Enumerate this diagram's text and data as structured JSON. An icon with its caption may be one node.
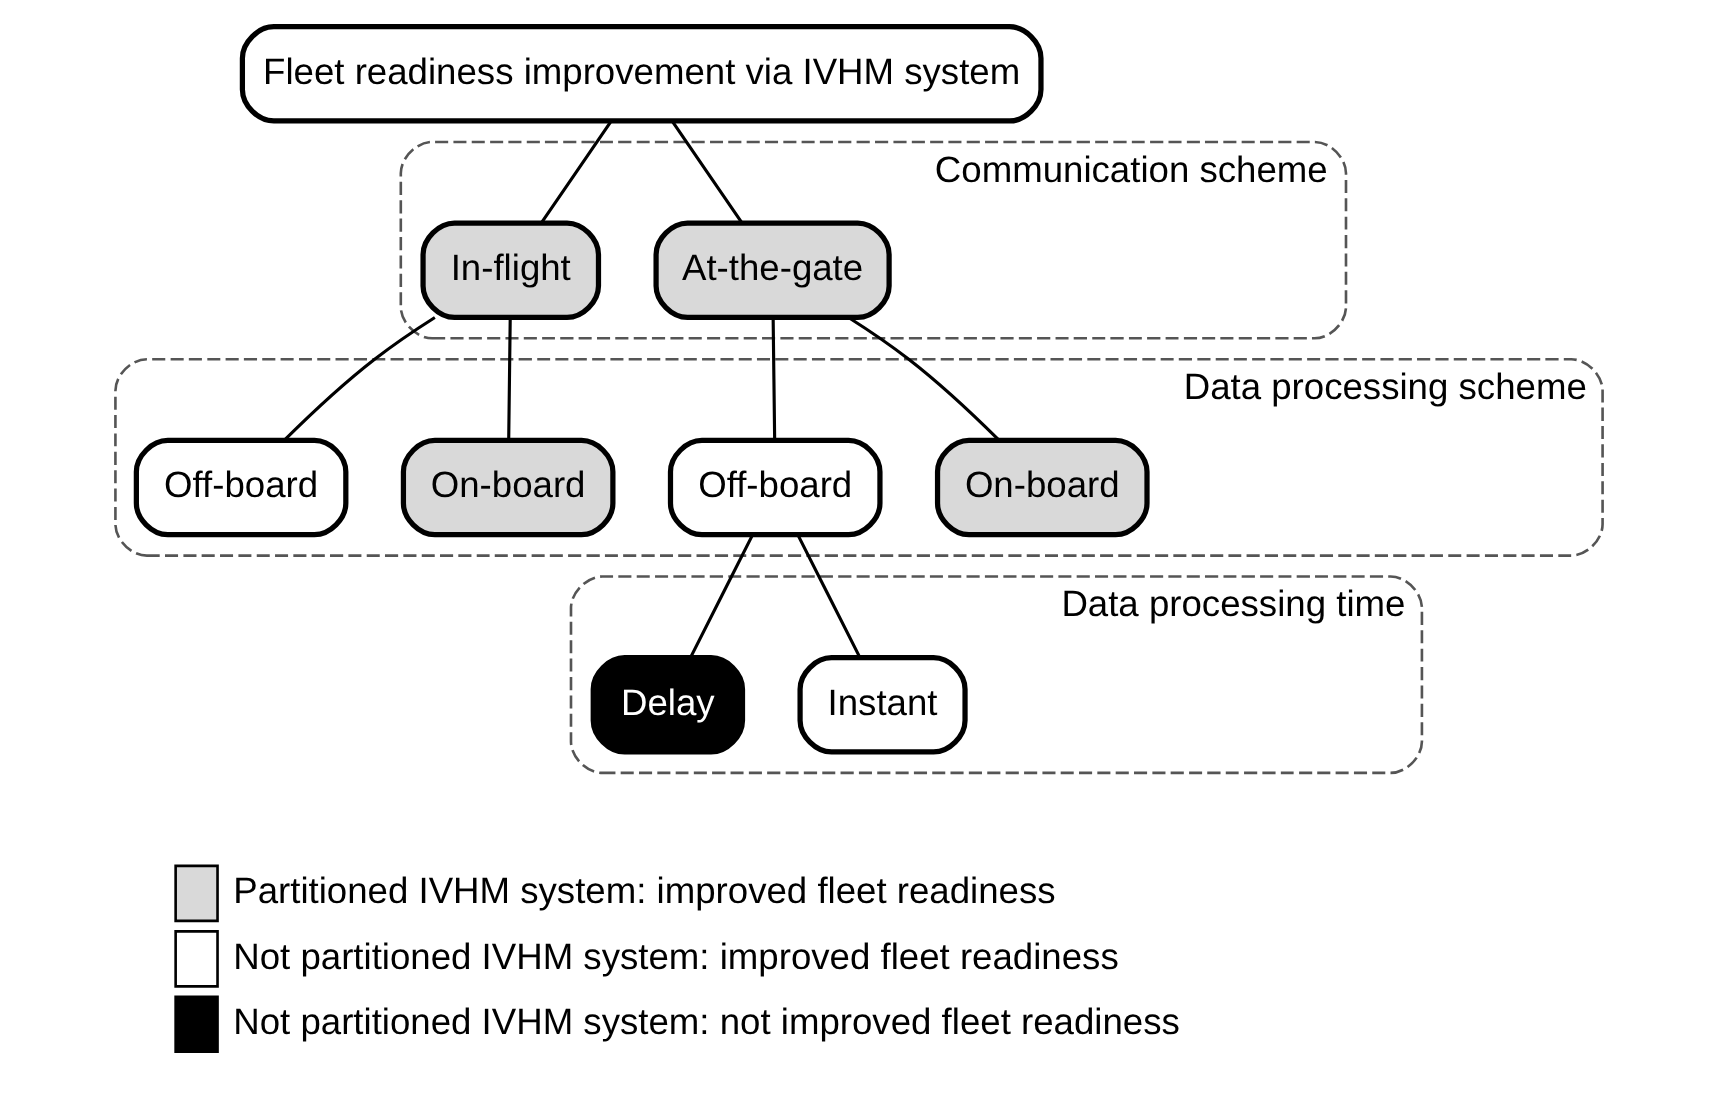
{
  "diagram": {
    "nodes": [
      {
        "text": [
          "Fleet readiness improvement via IVHM system"
        ]
      },
      {
        "text": [
          "Communication scheme"
        ]
      },
      {
        "text": [
          "At-the-gate"
        ],
        "in": 1
      },
      {
        "text": [
          "In-flight"
        ],
        "in": 1
      },
      {
        "text": [
          "Data processing scheme"
        ]
      },
      {
        "text": [
          "On-board"
        ],
        "in": 4
      },
      {
        "text": [
          "Off-board"
        ],
        "in": 4
      },
      {
        "text": [
          "On-board"
        ],
        "in": 4
      },
      {
        "text": [
          "Off-board"
        ],
        "in": 4
      },
      {
        "text": [
          "Data processing time"
        ]
      },
      {
        "text": [
          "Instant"
        ],
        "in": 9
      },
      {
        "text": [
          "Delay"
        ],
        "in": 9
      }
    ],
    "edges": [
      {
        "from": 0,
        "to": 2,
        "arrow": "none"
      },
      {
        "from": 0,
        "to": 3,
        "arrow": "none"
      },
      {
        "from": 2,
        "to": 5,
        "arrow": "none"
      },
      {
        "from": 2,
        "to": 6,
        "arrow": "none"
      },
      {
        "from": 3,
        "to": 7,
        "arrow": "none"
      },
      {
        "from": 3,
        "to": 8,
        "arrow": "none"
      },
      {
        "from": 6,
        "to": 10,
        "arrow": "none"
      },
      {
        "from": 6,
        "to": 11,
        "arrow": "none"
      }
    ],
    "legend": [
      {
        "text": "Partitioned IVHM system: improved fleet readiness",
        "color": "#d9d9d9"
      },
      {
        "text": "Not partitioned IVHM system: improved fleet readiness",
        "color": "#ffffff"
      },
      {
        "text": "Not partitioned IVHM system: not improved fleet readiness",
        "color": "#000000"
      }
    ]
  }
}
